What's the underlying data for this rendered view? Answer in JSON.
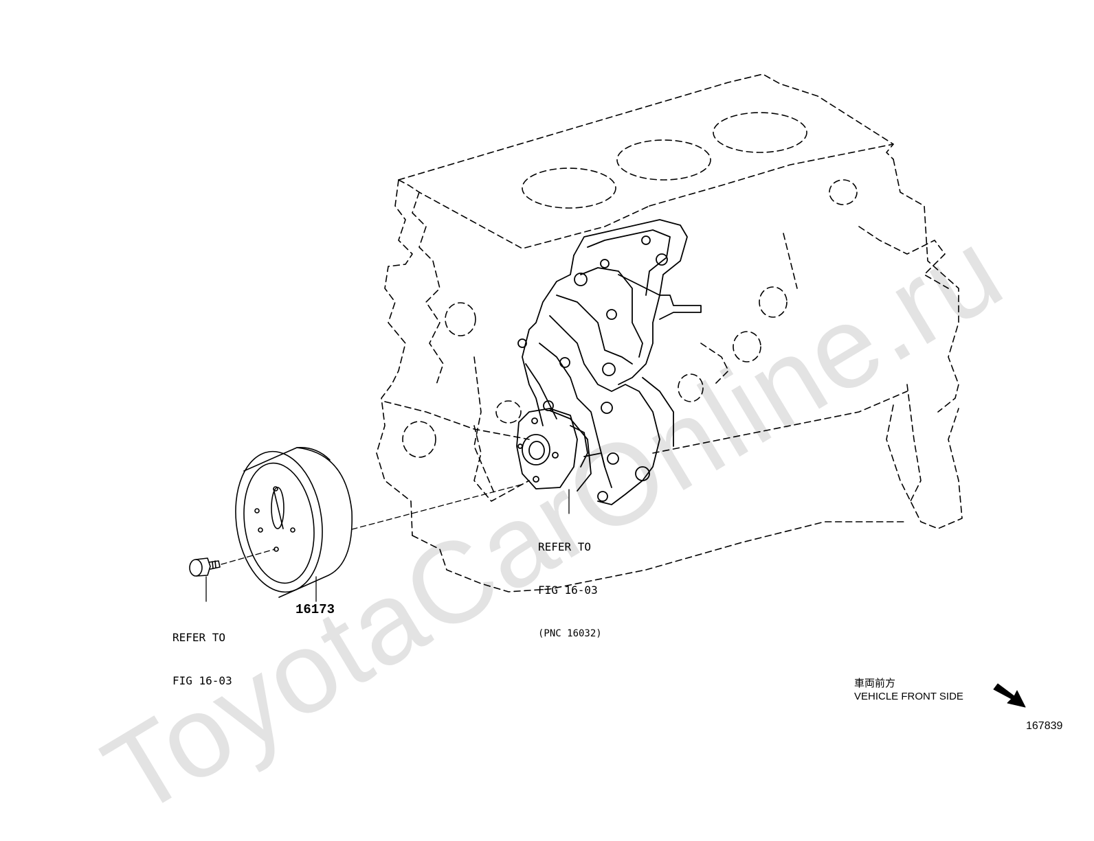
{
  "watermark": "ToyotaCarOnline.ru",
  "callouts": {
    "pump_line1": "REFER TO",
    "pump_line2": "FIG 16-03",
    "pump_line3": "(PNC 16032)",
    "bolt_line1": "REFER TO",
    "bolt_line2": "FIG 16-03",
    "pulley_part": "16173"
  },
  "direction": {
    "japanese": "車両前方",
    "english": "VEHICLE FRONT SIDE",
    "arrow_icon": "arrow-down-right-icon"
  },
  "figure_number": "167839",
  "colors": {
    "line": "#000000",
    "watermark": "#e3e3e3",
    "background": "#ffffff"
  }
}
